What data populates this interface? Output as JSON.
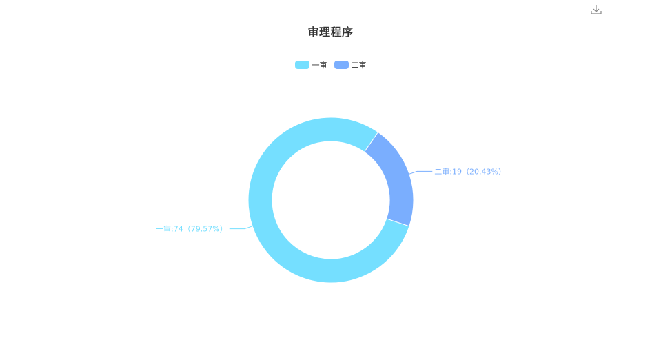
{
  "chart_data": {
    "type": "pie",
    "title": "审理程序",
    "donut": true,
    "legend_position": "top-center",
    "slices": [
      {
        "name": "一审",
        "value": 74,
        "percent": "79.57%",
        "label": "一审:74（79.57%）",
        "color": "#75dfff"
      },
      {
        "name": "二审",
        "value": 19,
        "percent": "20.43%",
        "label": "二审:19（20.43%）",
        "color": "#7aaefe"
      }
    ]
  },
  "toolbar": {
    "download_icon": "download-icon"
  }
}
